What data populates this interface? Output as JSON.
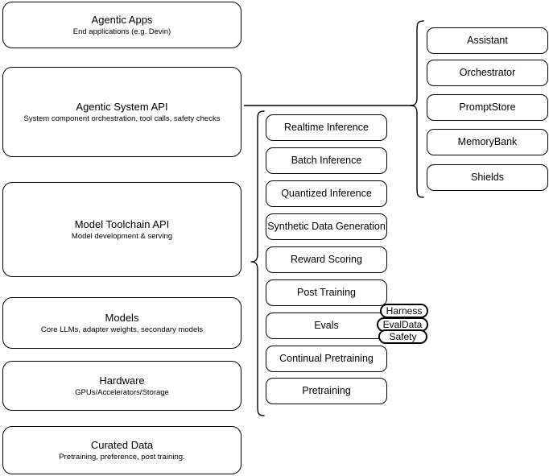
{
  "diagram": {
    "stack_layers": [
      {
        "title": "Agentic Apps",
        "subtitle": "End applications (e.g. Devin)"
      },
      {
        "title": "Agentic System API",
        "subtitle": "System component orchestration, tool calls, safety checks"
      },
      {
        "title": "Model Toolchain API",
        "subtitle": "Model development & serving"
      },
      {
        "title": "Models",
        "subtitle": "Core LLMs, adapter weights, secondary models"
      },
      {
        "title": "Hardware",
        "subtitle": "GPUs/Accelerators/Storage"
      },
      {
        "title": "Curated Data",
        "subtitle": "Pretraining, preference, post training."
      }
    ],
    "toolchain_capabilities": [
      {
        "label": "Realtime Inference"
      },
      {
        "label": "Batch Inference"
      },
      {
        "label": "Quantized Inference"
      },
      {
        "label": "Synthetic Data Generation"
      },
      {
        "label": "Reward Scoring"
      },
      {
        "label": "Post Training"
      },
      {
        "label": "Evals"
      },
      {
        "label": "Continual Pretraining"
      },
      {
        "label": "Pretraining"
      }
    ],
    "system_components": [
      {
        "label": "Assistant"
      },
      {
        "label": "Orchestrator"
      },
      {
        "label": "PromptStore"
      },
      {
        "label": "MemoryBank"
      },
      {
        "label": "Shields"
      }
    ],
    "eval_callouts": [
      {
        "label": "Harness"
      },
      {
        "label": "EvalData"
      },
      {
        "label": "Safety"
      }
    ],
    "colors": {
      "stroke": "#000000",
      "background": "#ffffff",
      "text": "#000000"
    }
  }
}
